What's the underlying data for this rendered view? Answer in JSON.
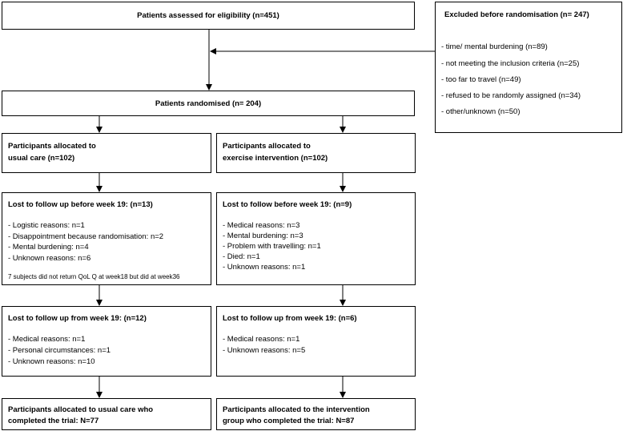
{
  "assessed": "Patients assessed for eligibility (n=451)",
  "excluded": {
    "title": "Excluded before randomisation (n= 247)",
    "reasons": [
      "- time/ mental burdening (n=89)",
      "- not meeting the inclusion criteria (n=25)",
      "- too far to travel (n=49)",
      "- refused to be randomly assigned (n=34)",
      "- other/unknown (n=50)"
    ]
  },
  "randomised": "Patients randomised (n= 204)",
  "left": {
    "alloc_l1": "Participants allocated to",
    "alloc_l2": "usual care (n=102)",
    "lost_before": {
      "title": "Lost to follow up before week 19: (n=13)",
      "items": [
        "- Logistic reasons: n=1",
        "- Disappointment because randomisation: n=2",
        "- Mental burdening: n=4",
        "- Unknown reasons: n=6"
      ],
      "note": "7 subjects did not return QoL Q at week18 but did at week36"
    },
    "lost_from": {
      "title": "Lost to follow up from week 19: (n=12)",
      "items": [
        "- Medical reasons: n=1",
        "- Personal circumstances: n=1",
        "- Unknown reasons: n=10"
      ]
    },
    "completed_l1": "Participants allocated to usual care who",
    "completed_l2": "completed the trial: N=77"
  },
  "right": {
    "alloc_l1": "Participants allocated to",
    "alloc_l2": "exercise intervention (n=102)",
    "lost_before": {
      "title": "Lost to follow before week 19: (n=9)",
      "items": [
        "- Medical reasons: n=3",
        "- Mental burdening: n=3",
        "- Problem with travelling: n=1",
        "- Died: n=1",
        "- Unknown reasons: n=1"
      ]
    },
    "lost_from": {
      "title": "Lost to follow up from week 19: (n=6)",
      "items": [
        "- Medical reasons: n=1",
        "- Unknown reasons: n=5"
      ]
    },
    "completed_l1": "Participants allocated to the intervention",
    "completed_l2": "group who completed the trial: N=87"
  }
}
